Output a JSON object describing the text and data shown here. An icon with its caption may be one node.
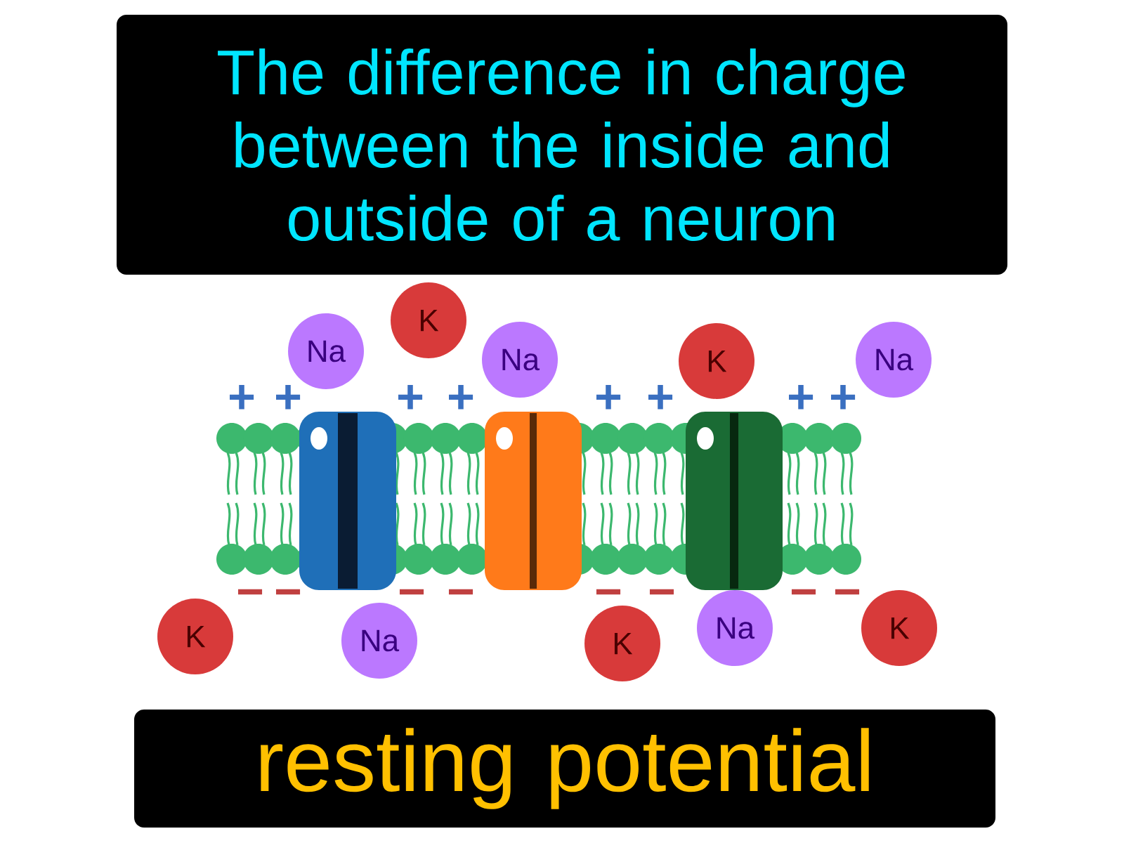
{
  "diagram": {
    "nodes": [
      {
        "text": [
          "The difference in charge between the inside and outside of a neuron"
        ]
      },
      {
        "text": [
          "K"
        ]
      },
      {
        "text": [
          "Na"
        ]
      },
      {
        "text": [
          "Na"
        ]
      },
      {
        "text": [
          "K"
        ]
      },
      {
        "text": [
          "Na"
        ]
      },
      {
        "text": [
          "K"
        ]
      },
      {
        "text": [
          "Na"
        ]
      },
      {
        "text": [
          "K"
        ]
      },
      {
        "text": [
          "Na"
        ]
      },
      {
        "text": [
          "K"
        ]
      },
      {
        "text": [
          "resting potential"
        ]
      }
    ],
    "labels": [
      "+",
      "+",
      "+",
      "+",
      "+",
      "+",
      "+",
      "+",
      "−",
      "−",
      "−",
      "−",
      "−",
      "−",
      "−",
      "−"
    ]
  }
}
